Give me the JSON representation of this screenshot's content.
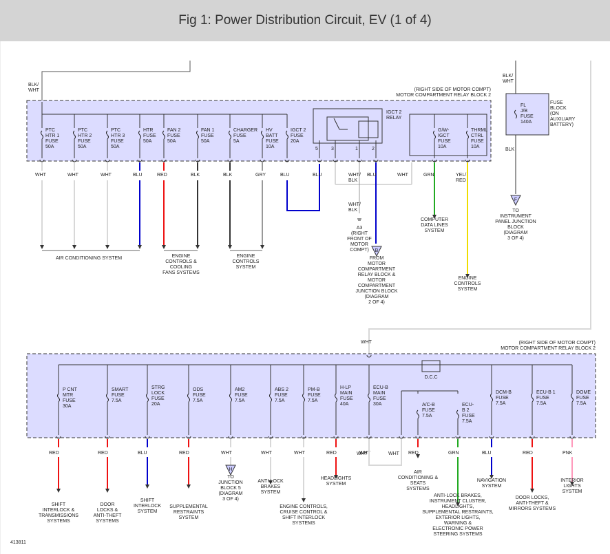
{
  "title": "Fig 1: Power Distribution Circuit, EV (1 of 4)",
  "diagram_id": "413811",
  "colors": {
    "box_fill": "#dcdcff",
    "WHT": "#d8d8d8",
    "BLU": "#0000cc",
    "RED": "#ee1111",
    "BLK": "#333333",
    "GRY": "#999999",
    "GRN": "#22aa22",
    "YEL": "#eedd00",
    "PNK": "#ff99bb"
  },
  "top": {
    "feed_wire": "BLK/ WHT",
    "box_label": [
      "(RIGHT SIDE OF MOTOR COMPT)",
      "MOTOR COMPARTMENT RELAY BLOCK 2"
    ],
    "fuses": [
      {
        "label": [
          "PTC",
          "HTR 1",
          "FUSE",
          "50A"
        ],
        "wire": "WHT"
      },
      {
        "label": [
          "PTC",
          "HTR 2",
          "FUSE",
          "50A"
        ],
        "wire": "WHT"
      },
      {
        "label": [
          "PTC",
          "HTR 3",
          "FUSE",
          "50A"
        ],
        "wire": "WHT"
      },
      {
        "label": [
          "HTR",
          "FUSE",
          "50A"
        ],
        "wire": "BLU"
      },
      {
        "label": [
          "FAN 2",
          "FUSE",
          "50A"
        ],
        "wire": "RED"
      },
      {
        "label": [
          "FAN 1",
          "FUSE",
          "50A"
        ],
        "wire": "BLK"
      },
      {
        "label": [
          "CHARGER",
          "FUSE",
          "5A"
        ],
        "wire": "BLK"
      },
      {
        "label": [
          "HV",
          "BATT",
          "FUSE",
          "10A"
        ],
        "wire": "GRY"
      },
      {
        "label": [
          "IGCT 2",
          "FUSE",
          "20A"
        ],
        "wire": "BLU"
      }
    ],
    "relay": {
      "label": [
        "IGCT 2",
        "RELAY"
      ],
      "pins": [
        "5",
        "3",
        "1",
        "2"
      ],
      "wires": [
        "BLU",
        "WHT/ BLK",
        "BLU",
        "WHT"
      ]
    },
    "fuses_right": [
      {
        "label": [
          "G/W-",
          "IGCT",
          "FUSE",
          "10A"
        ],
        "wire": "GRN"
      },
      {
        "label": [
          "THRML",
          "CTRL",
          "FUSE",
          "10A"
        ],
        "wire": "YEL/ RED"
      }
    ],
    "ground": {
      "wire": "WHT/ BLK",
      "label": [
        "A3",
        "(RIGHT",
        "FRONT OF",
        "MOTOR",
        "COMPT)"
      ]
    },
    "connector_b": {
      "letter": "B",
      "label": [
        "FROM",
        "MOTOR",
        "COMPARTMENT",
        "RELAY BLOCK &",
        "MOTOR",
        "COMPARTMENT",
        "JUNCTION BLOCK",
        "(DIAGRAM",
        "2 OF 4)"
      ]
    },
    "destinations": [
      [
        "AIR CONDITIONING SYSTEM"
      ],
      [
        "ENGINE",
        "CONTROLS &",
        "COOLING",
        "FANS SYSTEMS"
      ],
      [
        "ENGINE",
        "CONTROLS",
        "SYSTEM"
      ],
      [
        "COMPUTER",
        "DATA LINES",
        "SYSTEM"
      ],
      [
        "ENGINE",
        "CONTROLS",
        "SYSTEM"
      ]
    ]
  },
  "fuse_block": {
    "wire_top": "BLK/ WHT",
    "fuse": [
      "FL",
      "J/B",
      "FUSE",
      "140A"
    ],
    "label": [
      "FUSE",
      "BLOCK",
      "(ON",
      "AUXILIARY",
      "BATTERY)"
    ],
    "wire_bottom": "BLK",
    "connector": {
      "letter": "F",
      "label": [
        "TO",
        "INSTRUMENT",
        "PANEL JUNCTION",
        "BLOCK",
        "(DIAGRAM",
        "3 OF 4)"
      ]
    }
  },
  "bottom": {
    "feed_wire": "WHT",
    "box_label": [
      "(RIGHT SIDE OF MOTOR COMPT)",
      "MOTOR COMPARTMENT RELAY BLOCK 2"
    ],
    "dcc": "D.C.C",
    "fuses": [
      {
        "label": [
          "P CNT",
          "MTR",
          "FUSE",
          "30A"
        ],
        "wire": "RED",
        "dest": [
          "SHIFT",
          "INTERLOCK &",
          "TRANSMISSIONS",
          "SYSTEMS"
        ]
      },
      {
        "label": [
          "SMART",
          "FUSE",
          "7.5A"
        ],
        "wire": "RED",
        "dest": [
          "DOOR",
          "LOCKS &",
          "ANTI-THEFT",
          "SYSTEMS"
        ]
      },
      {
        "label": [
          "STRG",
          "LOCK",
          "FUSE",
          "20A"
        ],
        "wire": "BLU",
        "dest": [
          "SHIFT",
          "INTERLOCK",
          "SYSTEM"
        ]
      },
      {
        "label": [
          "ODS",
          "FUSE",
          "7.5A"
        ],
        "wire": "RED",
        "dest": [
          "SUPPLEMENTAL",
          "RESTRAINTS",
          "SYSTEM"
        ]
      },
      {
        "label": [
          "AM2",
          "FUSE",
          "7.5A"
        ],
        "wire": "WHT",
        "dest": [
          "TO",
          "JUNCTION",
          "BLOCK 5",
          "(DIAGRAM",
          "3 OF 4)"
        ],
        "connector": "H"
      },
      {
        "label": [
          "ABS 2",
          "FUSE",
          "7.5A"
        ],
        "wire": "WHT",
        "dest": [
          "ANTI-LOCK",
          "BRAKES",
          "SYSTEM"
        ]
      },
      {
        "label": [
          "PM-B",
          "FUSE",
          "7.5A"
        ],
        "wire": "WHT",
        "dest": [
          "ENGINE CONTROLS,",
          "CRUISE CONTROL &",
          "SHIFT INTERLOCK",
          "SYSTEMS"
        ]
      },
      {
        "label": [
          "H-LP",
          "MAIN",
          "FUSE",
          "40A"
        ],
        "wire": "RED",
        "dest": [
          "HEADLIGHTS",
          "SYSTEM"
        ]
      },
      {
        "label": [
          "ECU-B",
          "MAIN",
          "FUSE",
          "30A"
        ],
        "wire": "WHT",
        "dest": []
      },
      {
        "label": [
          "A/C-B",
          "FUSE",
          "7.5A"
        ],
        "wire": "RED",
        "dest": [
          "AIR",
          "CONDITIONING &",
          "SEATS",
          "SYSTEMS"
        ]
      },
      {
        "label": [
          "ECU-",
          "B 2",
          "FUSE",
          "7.5A"
        ],
        "wire": "GRN",
        "dest": [
          "ANTI-LOCK BRAKES,",
          "INSTRUMENT CLUSTER,",
          "HEADLIGHTS,",
          "SUPPLEMENTAL RESTRAINTS,",
          "EXTERIOR LIGHTS,",
          "WARNING &",
          "ELECTRONIC POWER",
          "STEERING SYSTEMS"
        ]
      },
      {
        "label": [
          "DCM-B",
          "FUSE",
          "7.5A"
        ],
        "wire": "BLU",
        "dest": [
          "NAVIGATION",
          "SYSTEM"
        ]
      },
      {
        "label": [
          "ECU-B 1",
          "FUSE",
          "7.5A"
        ],
        "wire": "RED",
        "dest": [
          "DOOR LOCKS,",
          "ANTI-THEFT &",
          "MIRRORS SYSTEMS"
        ]
      },
      {
        "label": [
          "DOME",
          "FUSE",
          "7.5A"
        ],
        "wire": "PNK",
        "dest": [
          "INTERIOR",
          "LIGHTS",
          "SYSTEM"
        ]
      }
    ],
    "loop_wires": [
      "WHT",
      "WHT"
    ]
  }
}
